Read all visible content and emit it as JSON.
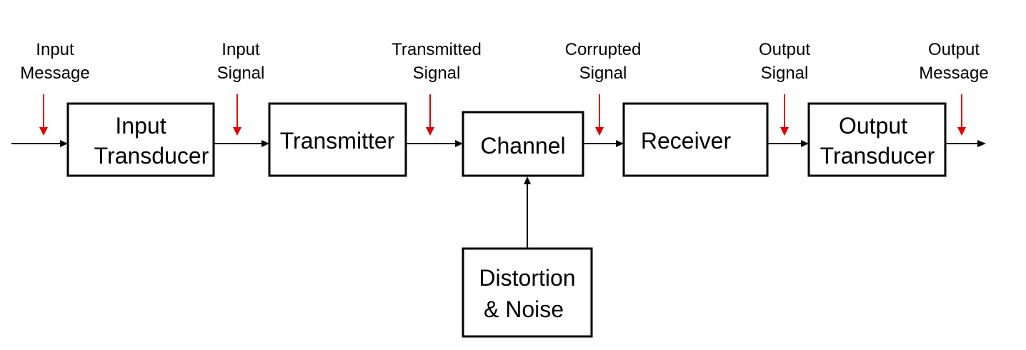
{
  "colors": {
    "marker": "#e00000",
    "line": "#000000",
    "background": "#ffffff"
  },
  "signals": {
    "input_message": [
      "Input",
      "Message"
    ],
    "input_signal": [
      "Input",
      "Signal"
    ],
    "transmitted_signal": [
      "Transmitted",
      "Signal"
    ],
    "corrupted_signal": [
      "Corrupted",
      "Signal"
    ],
    "output_signal": [
      "Output",
      "Signal"
    ],
    "output_message": [
      "Output",
      "Message"
    ]
  },
  "blocks": {
    "input_transducer": [
      "Input",
      "Transducer"
    ],
    "transmitter": [
      "Transmitter"
    ],
    "channel": [
      "Channel"
    ],
    "receiver": [
      "Receiver"
    ],
    "output_transducer": [
      "Output",
      "Transducer"
    ],
    "distortion_noise": [
      "Distortion",
      "& Noise"
    ]
  }
}
